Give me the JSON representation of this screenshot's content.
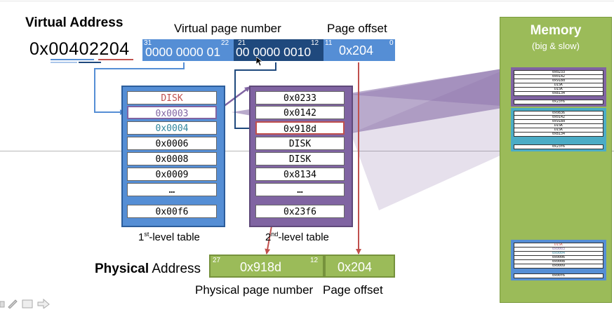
{
  "virtual_address": {
    "title": "Virtual Address",
    "value": "0x00402204",
    "vpn_label": "Virtual page number",
    "offset_label": "Page offset",
    "bits": {
      "b31": "31",
      "b22": "22",
      "b21": "21",
      "b12": "12",
      "b11": "11",
      "b0": "0"
    },
    "level1_bits": "0000 0000 01",
    "level2_bits": "00 0000 0010",
    "offset_value": "0x204"
  },
  "first_level_table": {
    "label_prefix": "1",
    "label_sup": "st",
    "label_suffix": "-level table",
    "entries": [
      "DISK",
      "0x0003",
      "0x0004",
      "0x0006",
      "0x0008",
      "0x0009",
      "…",
      "0x00f6"
    ]
  },
  "second_level_table": {
    "label_prefix": "2",
    "label_sup": "nd",
    "label_suffix": "-level table",
    "entries": [
      "0x0233",
      "0x0142",
      "0x918d",
      "DISK",
      "DISK",
      "0x8134",
      "…",
      "0x23f6"
    ]
  },
  "memory": {
    "title": "Memory",
    "subtitle": "(big & slow)",
    "block1_rows": [
      "0x0233",
      "0x0142",
      "0x918d",
      "DISK",
      "DISK",
      "0x8134",
      "0x23f6"
    ],
    "block2_rows": [
      "0x0836",
      "0x0142",
      "0x918d",
      "DISK",
      "DISK",
      "0x8134",
      "0x23f6"
    ],
    "block3_rows": [
      "DISK",
      "0x0003",
      "0x0004",
      "0x0006",
      "0x0008",
      "0x0009",
      "0x00f6"
    ]
  },
  "physical_address": {
    "title_bold": "Physical",
    "title_rest": " Address",
    "bits": {
      "b27": "27",
      "b12": "12"
    },
    "ppn_value": "0x918d",
    "offset_value": "0x204",
    "ppn_label": "Physical page number",
    "offset_label": "Page offset"
  },
  "colors": {
    "blue": "#558ed5",
    "dark_blue": "#1f497d",
    "purple": "#8064a2",
    "red": "#c0504d",
    "green": "#9bbb59",
    "teal": "#4bacc6"
  }
}
